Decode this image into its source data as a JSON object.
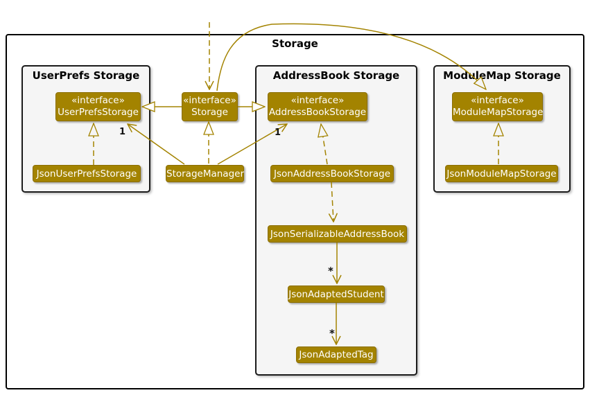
{
  "colors": {
    "accent": "#A38300",
    "package_fill": "#F5F5F5",
    "text_on_accent": "#FFFFFF",
    "frame_border": "#000000"
  },
  "frame": {
    "title": "Storage"
  },
  "packages": [
    {
      "title": "UserPrefs Storage"
    },
    {
      "title": "AddressBook Storage"
    },
    {
      "title": "ModuleMap Storage"
    }
  ],
  "interfaces": [
    {
      "stereotype": "«interface»",
      "name": "UserPrefsStorage"
    },
    {
      "stereotype": "«interface»",
      "name": "Storage"
    },
    {
      "stereotype": "«interface»",
      "name": "AddressBookStorage"
    },
    {
      "stereotype": "«interface»",
      "name": "ModuleMapStorage"
    }
  ],
  "classes": [
    {
      "name": "JsonUserPrefsStorage"
    },
    {
      "name": "StorageManager"
    },
    {
      "name": "JsonAddressBookStorage"
    },
    {
      "name": "JsonSerializableAddressBook"
    },
    {
      "name": "JsonAdaptedStudent"
    },
    {
      "name": "JsonAdaptedTag"
    },
    {
      "name": "JsonModuleMapStorage"
    }
  ],
  "multiplicities": [
    {
      "label": "1"
    },
    {
      "label": "1"
    },
    {
      "label": "*"
    },
    {
      "label": "*"
    }
  ]
}
